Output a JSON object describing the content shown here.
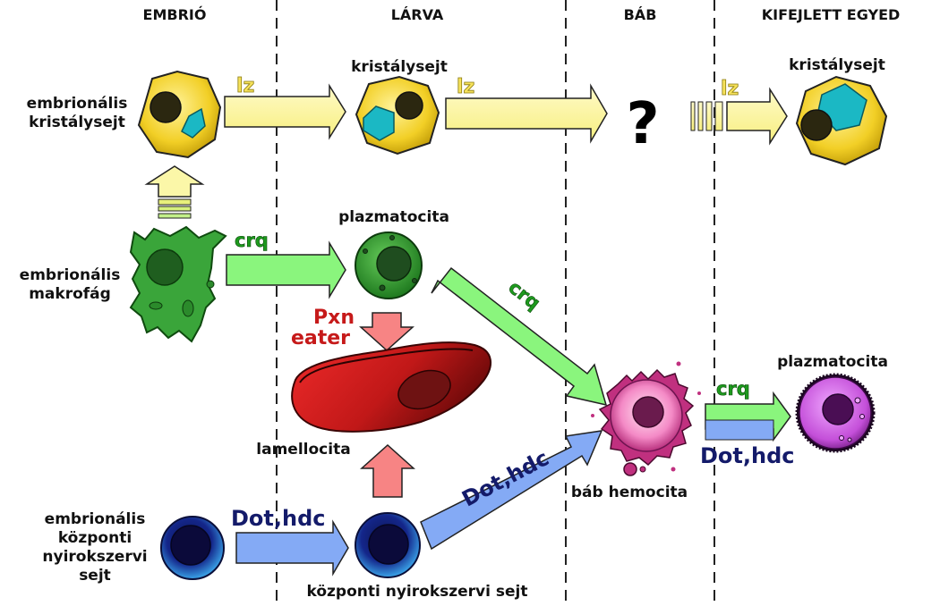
{
  "stages": {
    "embryo": "EMBRIÓ",
    "larva": "LÁRVA",
    "pupa": "BÁB",
    "adult": "KIFEJLETT EGYED"
  },
  "cells": {
    "embryonic_crystal_cell": [
      "embrionális",
      "kristálysejt"
    ],
    "larval_crystal_cell": "kristálysejt",
    "adult_crystal_cell": "kristálysejt",
    "embryonic_macrophage": [
      "embrionális",
      "makrofág"
    ],
    "larval_plasmatocyte": "plazmatocita",
    "adult_plasmatocyte": "plazmatocita",
    "lamellocyte": "lamellocita",
    "pupal_hemocyte": "báb hemocita",
    "embryonic_lymph_gland": [
      "embrionális",
      "központi",
      "nyirokszervi",
      "sejt"
    ],
    "larval_lymph_gland": "központi nyirokszervi sejt"
  },
  "genes": {
    "lz": "lz",
    "crq": "crq",
    "dot_hdc": "Dot,hdc",
    "pxn": "Pxn",
    "eater": "eater"
  },
  "unknown": "?",
  "colors": {
    "crystal_cell": "#f3d22b",
    "crystal_inclusion": "#1bb8c4",
    "macrophage": "#3aa53a",
    "lamellocyte": "#c8201f",
    "pupal_hemocyte": "#e56fb3",
    "adult_plasmatocyte": "#c34fd8",
    "lymph_gland_cell": "#1c3fa8",
    "arrow_yellow": "#fbf7a0",
    "arrow_green": "#8af57d",
    "arrow_blue": "#84aaf5",
    "arrow_pink": "#f78484"
  }
}
